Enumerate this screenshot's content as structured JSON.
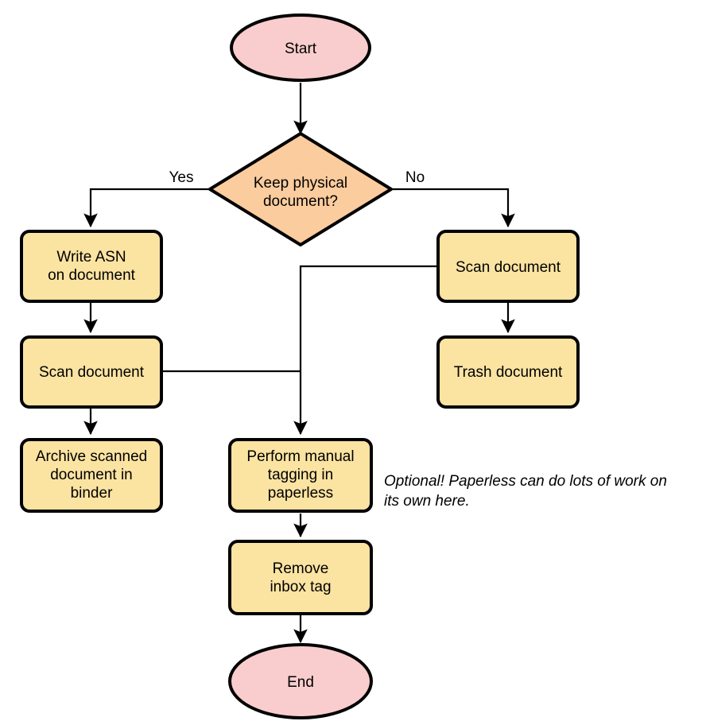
{
  "diagram": {
    "type": "flowchart",
    "orientation": "top-to-bottom",
    "colors": {
      "terminator_fill": "#F9CDCD",
      "decision_fill": "#FBCC9E",
      "process_fill": "#FBE3A2",
      "stroke": "#000000",
      "background": "#FFFFFF"
    },
    "nodes": {
      "start": {
        "label": "Start",
        "shape": "ellipse"
      },
      "decision": {
        "label_line1": "Keep physical",
        "label_line2": "document?",
        "shape": "diamond"
      },
      "write_asn": {
        "label_line1": "Write ASN",
        "label_line2": "on document",
        "shape": "process"
      },
      "scan_left": {
        "label": "Scan document",
        "shape": "process"
      },
      "archive": {
        "label_line1": "Archive scanned",
        "label_line2": "document in",
        "label_line3": "binder",
        "shape": "process"
      },
      "scan_right": {
        "label": "Scan document",
        "shape": "process"
      },
      "trash": {
        "label": "Trash document",
        "shape": "process"
      },
      "tagging": {
        "label_line1": "Perform manual",
        "label_line2": "tagging in",
        "label_line3": "paperless",
        "shape": "process"
      },
      "remove_inbox": {
        "label_line1": "Remove",
        "label_line2": "inbox tag",
        "shape": "process"
      },
      "end": {
        "label": "End",
        "shape": "ellipse"
      }
    },
    "edge_labels": {
      "yes": "Yes",
      "no": "No"
    },
    "note": {
      "line1": "Optional! Paperless can do lots of work on",
      "line2": "its own here."
    }
  }
}
